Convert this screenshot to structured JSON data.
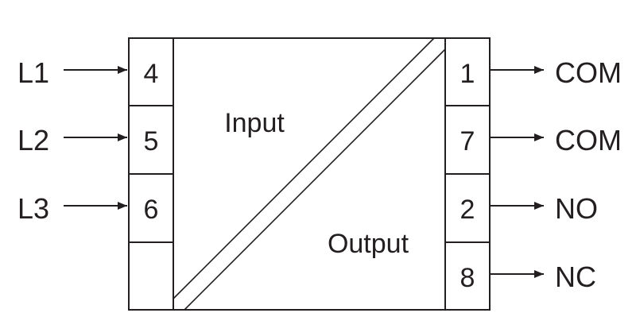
{
  "inputs": [
    {
      "signal": "L1",
      "terminal": "4"
    },
    {
      "signal": "L2",
      "terminal": "5"
    },
    {
      "signal": "L3",
      "terminal": "6"
    }
  ],
  "outputs": [
    {
      "terminal": "1",
      "signal": "COM"
    },
    {
      "terminal": "7",
      "signal": "COM"
    },
    {
      "terminal": "2",
      "signal": "NO"
    },
    {
      "terminal": "8",
      "signal": "NC"
    }
  ],
  "regions": {
    "input": "Input",
    "output": "Output"
  },
  "colors": {
    "line": "#231f20",
    "background": "#ffffff"
  }
}
